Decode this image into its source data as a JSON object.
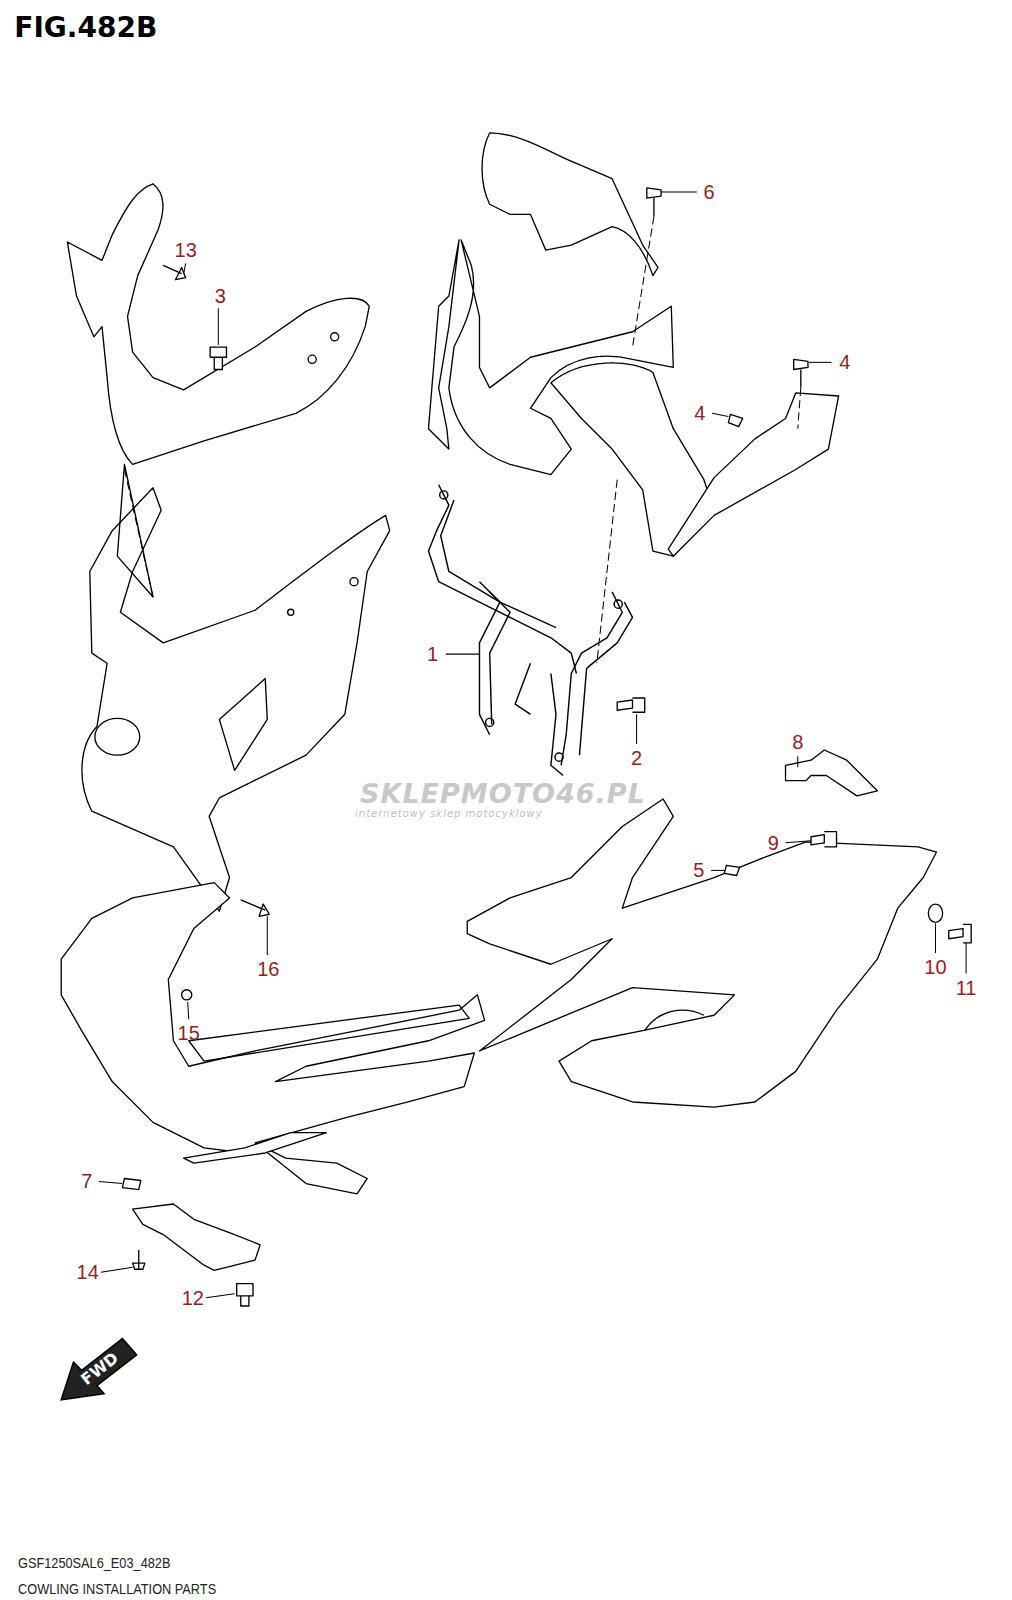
{
  "diagram": {
    "title": "FIG.482B",
    "caption": "COWLING INSTALLATION PARTS",
    "labels": [
      "6",
      "13",
      "3",
      "4",
      "4",
      "1",
      "2",
      "8",
      "9",
      "5",
      "16",
      "10",
      "11",
      "15",
      "7",
      "14",
      "12",
      "SKLEPMOTO46.PL",
      "internetowy sklep motocyklowy",
      "FWD",
      "GSF1250SAL6_E03_482B"
    ]
  }
}
